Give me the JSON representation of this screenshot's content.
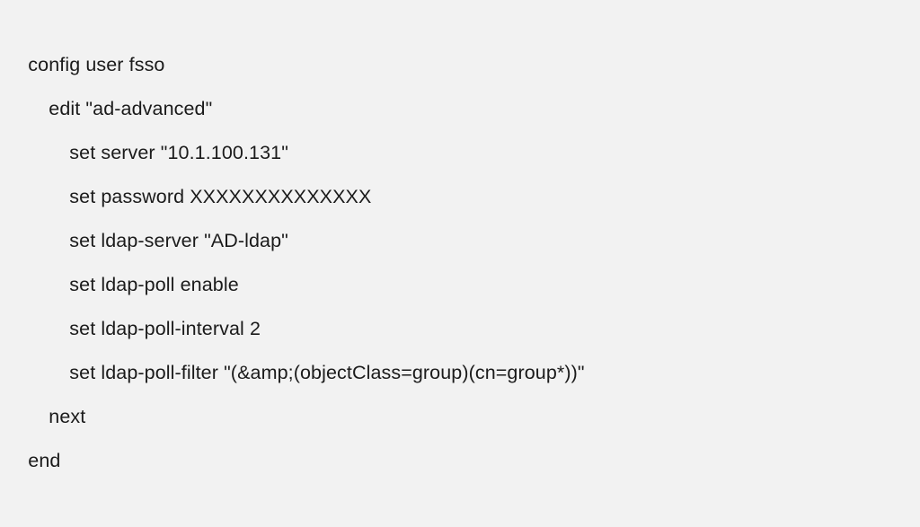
{
  "document": {
    "type": "cli-configuration-snippet",
    "background_color": "#f2f2f2",
    "text_color": "#1b1b1b",
    "lines": [
      {
        "indent": 0,
        "text": "config user fsso"
      },
      {
        "indent": 1,
        "text": "edit \"ad-advanced\""
      },
      {
        "indent": 2,
        "text": "set server \"10.1.100.131\""
      },
      {
        "indent": 2,
        "text": "set password XXXXXXXXXXXXXX"
      },
      {
        "indent": 2,
        "text": "set ldap-server \"AD-ldap\""
      },
      {
        "indent": 2,
        "text": "set ldap-poll enable"
      },
      {
        "indent": 2,
        "text": "set ldap-poll-interval 2"
      },
      {
        "indent": 2,
        "text": "set ldap-poll-filter \"(&amp;(objectClass=group)(cn=group*))\""
      },
      {
        "indent": 1,
        "text": "next"
      },
      {
        "indent": 0,
        "text": "end"
      }
    ]
  }
}
